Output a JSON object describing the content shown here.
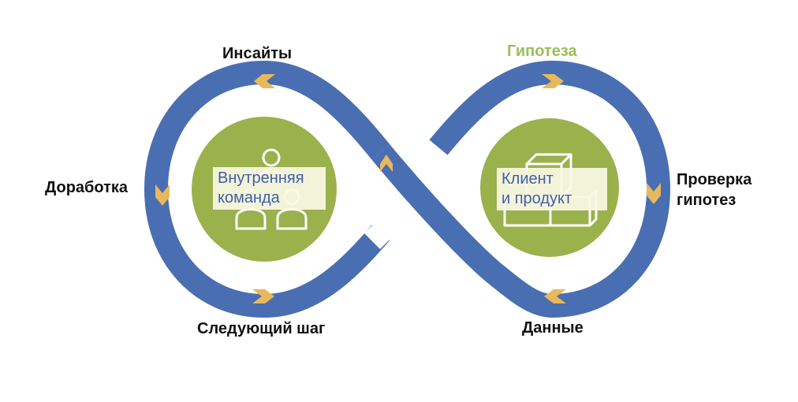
{
  "labels": {
    "insights": "Инсайты",
    "hypothesis": "Гипотеза",
    "refinement": "Доработка",
    "hypothesis_check": "Проверка\nгипотез",
    "next_step": "Следующий шаг",
    "data": "Данные"
  },
  "centers": {
    "left": "Внутренняя\nкоманда",
    "right": "Клиент\nи продукт"
  },
  "colors": {
    "loop": "#4A6EB2",
    "arrow": "#E8B85C",
    "circle": "#9BB14C",
    "center_text": "#3F5FA8",
    "hypothesis_text": "#9BBE5A",
    "icon_stroke": "#FFFFFF"
  },
  "icons": {
    "left": "team-people-icon",
    "right": "product-boxes-icon"
  }
}
